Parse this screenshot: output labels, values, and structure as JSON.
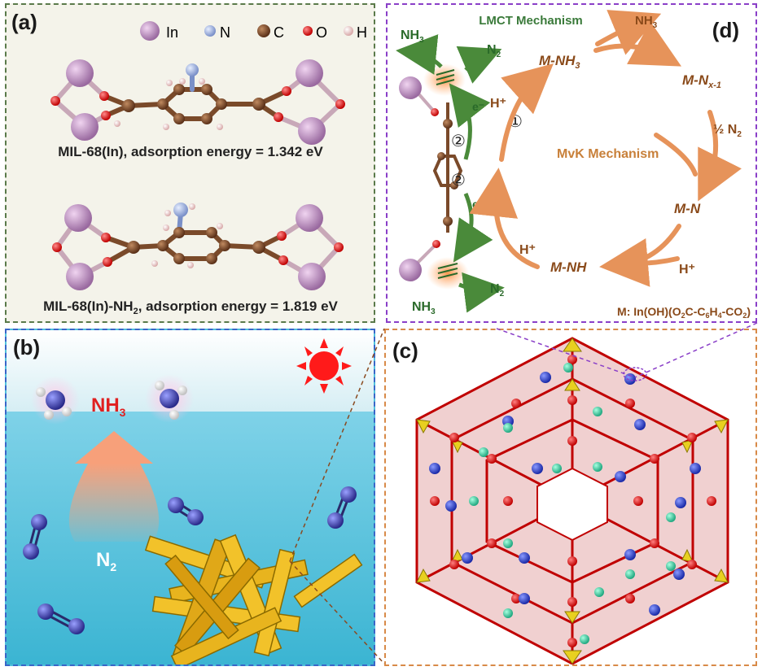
{
  "panel_a": {
    "label": "(a)",
    "legend": [
      {
        "symbol": "In",
        "color": "#b48ab8"
      },
      {
        "symbol": "N",
        "color": "#a9b9e6"
      },
      {
        "symbol": "C",
        "color": "#7a4a2a"
      },
      {
        "symbol": "O",
        "color": "#e01818"
      },
      {
        "symbol": "H",
        "color": "#f0c8c8"
      }
    ],
    "caption1": "MIL-68(In), adsorption energy = 1.342 eV",
    "caption2_pre": "MIL-68(In)-NH",
    "caption2_sub": "2",
    "caption2_post": ", adsorption energy = 1.819 eV"
  },
  "panel_b": {
    "label": "(b)",
    "nh3": "NH",
    "nh3_sub": "3",
    "n2": "N",
    "n2_sub": "2"
  },
  "panel_c": {
    "label": "(c)"
  },
  "panel_d": {
    "label": "(d)",
    "lmct": "LMCT Mechanism",
    "mvk": "MvK Mechanism",
    "nh3_top_left": "NH",
    "nh3_top_right": "NH",
    "nh3_bottom": "NH",
    "sub3": "3",
    "n2_top": "N",
    "n2_bottom": "N",
    "sub2": "2",
    "hplus": "H⁺",
    "m_nh3": "M-NH",
    "m_nx_pre": "M-N",
    "m_nx_sub": "x-1",
    "half_n2": "½ N",
    "m_n": "M-N",
    "m_nh": "M-NH",
    "circle1": "①",
    "circle2": "②",
    "e_minus": "e⁻",
    "m_def_pre": "M: In(OH)(O",
    "m_def_mid1": "C-C",
    "m_def_mid2": "H",
    "m_def_mid3": "-CO",
    "m_def_post": ")",
    "sub6": "6",
    "sub4": "4"
  }
}
